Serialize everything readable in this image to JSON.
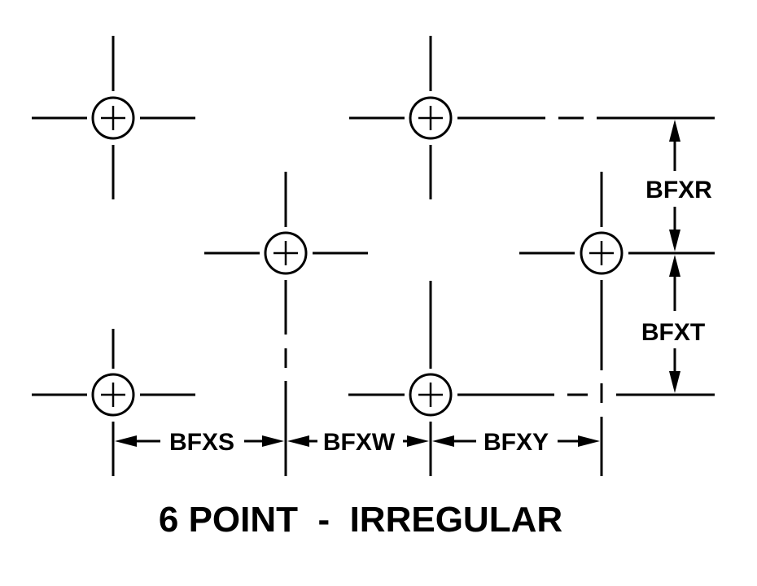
{
  "title": "6 POINT  -  IRREGULAR",
  "pattern": {
    "point_count": 6,
    "type": "irregular"
  },
  "holes": [
    {
      "id": "top-left",
      "row": "top",
      "column": 1
    },
    {
      "id": "top-middle",
      "row": "top",
      "column": 3
    },
    {
      "id": "middle-left",
      "row": "middle",
      "column": 2
    },
    {
      "id": "middle-right",
      "row": "middle",
      "column": 4
    },
    {
      "id": "bottom-left",
      "row": "bottom",
      "column": 1
    },
    {
      "id": "bottom-middle",
      "row": "bottom",
      "column": 3
    }
  ],
  "dimensions": {
    "horizontal": [
      {
        "label": "BFXS",
        "from_column": 1,
        "to_column": 2
      },
      {
        "label": "BFXW",
        "from_column": 2,
        "to_column": 3
      },
      {
        "label": "BFXY",
        "from_column": 3,
        "to_column": 4
      }
    ],
    "vertical": [
      {
        "label": "BFXR",
        "from_row": "top",
        "to_row": "middle"
      },
      {
        "label": "BFXT",
        "from_row": "middle",
        "to_row": "bottom"
      }
    ]
  },
  "colors": {
    "line": "#000000",
    "background": "#ffffff"
  }
}
